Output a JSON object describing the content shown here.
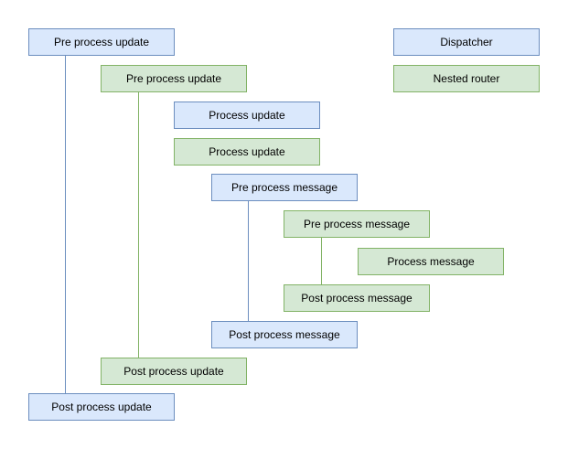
{
  "diagram": {
    "background": "#ffffff",
    "colors": {
      "canvas_bg": "#ffffff",
      "blue_fill": "#dae8fc",
      "blue_border": "#6c8ebf",
      "green_fill": "#d5e8d4",
      "green_border": "#82b366",
      "text_color": "#000000"
    },
    "nodes": [
      {
        "label": "Pre process update",
        "variant": "blue"
      },
      {
        "label": "Dispatcher",
        "variant": "blue"
      },
      {
        "label": "Pre process update",
        "variant": "green"
      },
      {
        "label": "Nested router",
        "variant": "green"
      },
      {
        "label": "Process update",
        "variant": "blue"
      },
      {
        "label": "Process update",
        "variant": "green"
      },
      {
        "label": "Pre process message",
        "variant": "blue"
      },
      {
        "label": "Pre process message",
        "variant": "green"
      },
      {
        "label": "Process message",
        "variant": "green"
      },
      {
        "label": "Post process message",
        "variant": "green"
      },
      {
        "label": "Post process message",
        "variant": "blue"
      },
      {
        "label": "Post process update",
        "variant": "green"
      },
      {
        "label": "Post process update",
        "variant": "blue"
      }
    ],
    "connectors": [
      {
        "name": "pre-to-post-update-blue",
        "color": "blue",
        "from": "Pre process update (blue)",
        "to": "Post process update (blue)"
      },
      {
        "name": "pre-to-post-update-green",
        "color": "green",
        "from": "Pre process update (green)",
        "to": "Post process update (green)"
      },
      {
        "name": "pre-to-post-message-blue",
        "color": "blue",
        "from": "Pre process message (blue)",
        "to": "Post process message (blue)"
      },
      {
        "name": "pre-to-post-message-green",
        "color": "green",
        "from": "Pre process message (green)",
        "to": "Post process message (green)"
      }
    ]
  }
}
